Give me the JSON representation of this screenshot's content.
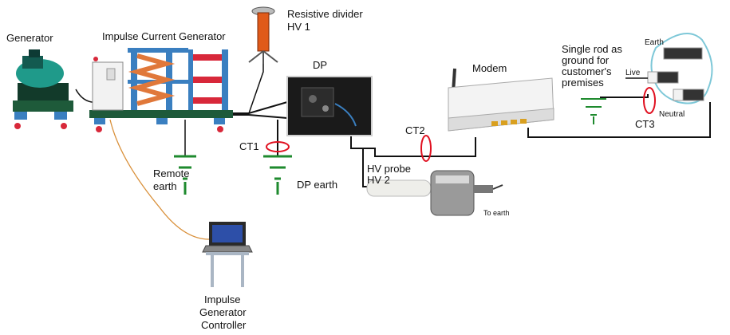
{
  "labels": {
    "generator": "Generator",
    "impulse_current_generator": "Impulse Current Generator",
    "resistive_divider_line1": "Resistive divider",
    "resistive_divider_line2": "HV 1",
    "dp": "DP",
    "modem": "Modem",
    "single_rod_line1": "Single rod as",
    "single_rod_line2": "ground for",
    "single_rod_line3": "customer's",
    "single_rod_line4": "premises",
    "earth": "Earth",
    "live": "Live",
    "neutral": "Neutral",
    "ct1": "CT1",
    "ct2": "CT2",
    "ct3": "CT3",
    "remote_earth_line1": "Remote",
    "remote_earth_line2": "earth",
    "dp_earth": "DP earth",
    "hv_probe_line1": "HV probe",
    "hv_probe_line2": "HV 2",
    "to_earth": "To earth",
    "controller_line1": "Impulse",
    "controller_line2": "Generator",
    "controller_line3": "Controller"
  },
  "colors": {
    "wire": "#111111",
    "ground_symbol": "#1e8a2e",
    "current_transformer": "#e01020",
    "control_cable": "#d9903a",
    "generator_body": "#1f9a8a",
    "frame_blue": "#3a7fc0",
    "coil_orange": "#e0783a",
    "bar_red": "#d8283a",
    "platform_green": "#1e5a3a",
    "mains_cable": "#7ec8d8"
  }
}
